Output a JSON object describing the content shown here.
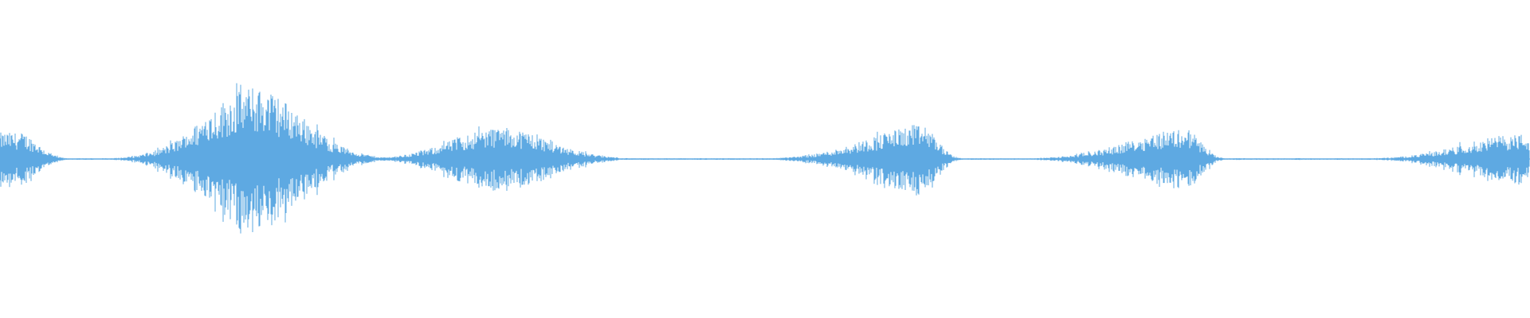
{
  "waveform": {
    "color": "#5ea9e2",
    "background": "#ffffff",
    "bursts": [
      {
        "center": 0.013,
        "amplitude": 0.35,
        "shape": "fading-out"
      },
      {
        "center": 0.166,
        "amplitude": 0.95,
        "shape": "spindle"
      },
      {
        "center": 0.327,
        "amplitude": 0.42,
        "shape": "spindle"
      },
      {
        "center": 0.603,
        "amplitude": 0.44,
        "shape": "rising"
      },
      {
        "center": 0.775,
        "amplitude": 0.4,
        "shape": "rising"
      },
      {
        "center": 0.994,
        "amplitude": 0.33,
        "shape": "rising"
      }
    ]
  }
}
